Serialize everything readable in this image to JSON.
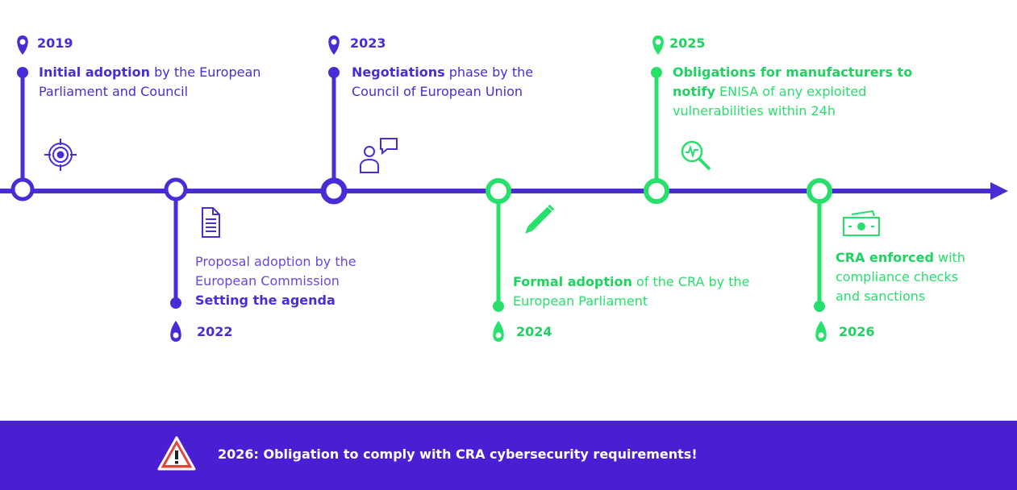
{
  "colors": {
    "purple": "#4a2cd6",
    "green": "#27e06b",
    "banner": "#4a1fd4",
    "warning_red": "#e0443b"
  },
  "events": [
    {
      "year": "2019",
      "bold": "Initial adoption",
      "rest": " by the European",
      "line2": "Parliament and Council",
      "icon": "target-icon"
    },
    {
      "year": "2022",
      "line1": "Proposal adoption by the",
      "line2": "European Commission",
      "bold3": "Setting the agenda",
      "icon": "document-icon"
    },
    {
      "year": "2023",
      "bold": "Negotiations",
      "rest": " phase by the",
      "line2": "Council of European Union",
      "icon": "person-speech-icon"
    },
    {
      "year": "2024",
      "bold": "Formal adoption",
      "rest": " of the CRA by the",
      "line2": "European Parliament",
      "icon": "pencil-icon"
    },
    {
      "year": "2025",
      "bold1": "Obligations for manufacturers to",
      "bold2": "notify",
      "rest2": " ENISA of any exploited",
      "line3": "vulnerabilities within 24h",
      "icon": "magnifier-pulse-icon"
    },
    {
      "year": "2026",
      "bold": "CRA enforced",
      "rest": " with",
      "line2": "compliance checks",
      "line3": "and sanctions",
      "icon": "money-icon"
    }
  ],
  "banner": {
    "text": "2026: Obligation to comply with CRA cybersecurity requirements!",
    "icon": "warning-icon"
  }
}
